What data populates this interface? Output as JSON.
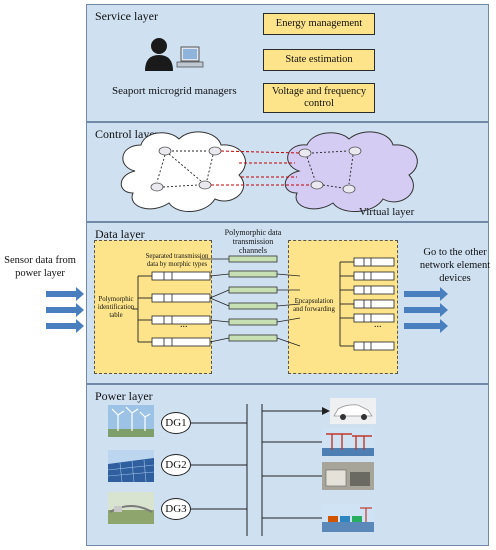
{
  "service_layer": {
    "title": "Service layer",
    "managers_label": "Seaport microgrid managers",
    "boxes": [
      "Energy management",
      "State estimation",
      "Voltage and frequency control"
    ]
  },
  "control_layer": {
    "title": "Control layer",
    "virtual_label": "Virtual layer"
  },
  "data_layer": {
    "title": "Data layer",
    "channels_label": "Polymorphic data transmission channels",
    "separated_label": "Separated transmission data by morphic types",
    "identification_label": "Polymorphic identification table",
    "encapsulation_label": "Encapsulation and forwarding",
    "ellipsis": "..."
  },
  "power_layer": {
    "title": "Power layer",
    "generators": [
      "DG1",
      "DG2",
      "DG3"
    ]
  },
  "sensor_label": "Sensor data from power layer",
  "goto_label": "Go to the other network element devices",
  "colors": {
    "layer_fill": "#cfe0f1",
    "yellow_box": "#fde48a",
    "channel_green": "#c6e0b4",
    "arrow_blue": "#4a7fbf",
    "dashed_red": "#c00000",
    "virtual_cloud": "#d4ccf3"
  }
}
